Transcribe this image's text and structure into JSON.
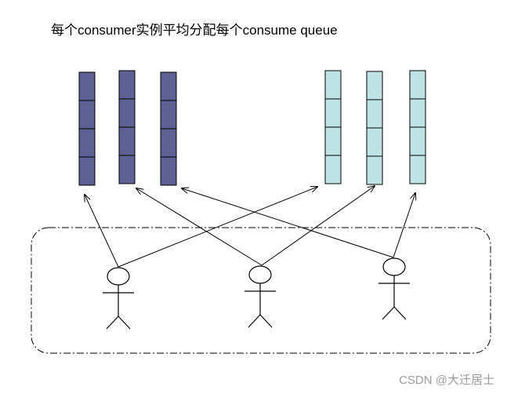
{
  "title": "每个consumer实例平均分配每个consume queue",
  "watermark": "CSDN @大迁居士",
  "colors": {
    "queue_group_left": "#5e5f93",
    "queue_group_right": "#bfe3e4",
    "line": "#000000"
  },
  "queues": {
    "count_left": 3,
    "count_right": 3,
    "cells_per_queue": 4
  },
  "consumers": {
    "count": 3,
    "icon": "stick-figure-icon"
  },
  "connections": [
    {
      "from_consumer": 0,
      "to_queue": 0
    },
    {
      "from_consumer": 0,
      "to_queue": 3
    },
    {
      "from_consumer": 1,
      "to_queue": 1
    },
    {
      "from_consumer": 1,
      "to_queue": 4
    },
    {
      "from_consumer": 2,
      "to_queue": 2
    },
    {
      "from_consumer": 2,
      "to_queue": 5
    }
  ]
}
